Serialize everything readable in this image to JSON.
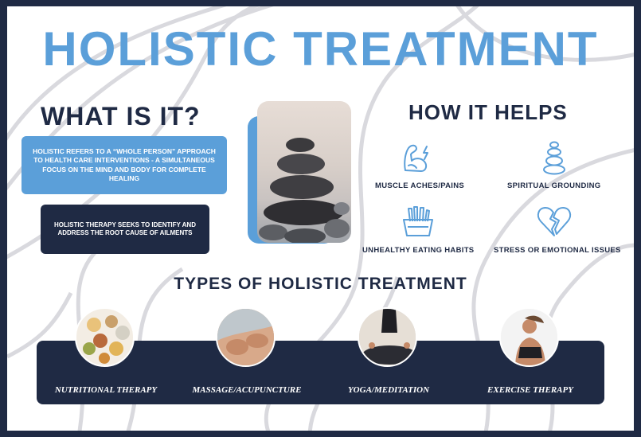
{
  "title": "HOLISTIC TREATMENT",
  "what": {
    "heading": "WHAT IS IT?",
    "box1": "HOLISTIC REFERS TO A “WHOLE PERSON” APPROACH TO HEALTH CARE INTERVENTIONS - A SIMULTANEOUS FOCUS ON THE MIND AND BODY FOR COMPLETE HEALING",
    "box2": "HOLISTIC THERAPY SEEKS TO IDENTIFY AND ADDRESS THE ROOT CAUSE OF AILMENTS"
  },
  "how": {
    "heading": "HOW IT HELPS",
    "items": [
      {
        "label": "MUSCLE ACHES/PAINS",
        "icon": "flexed-arm-icon"
      },
      {
        "label": "SPIRITUAL GROUNDING",
        "icon": "stacked-stones-icon"
      },
      {
        "label": "UNHEALTHY EATING HABITS",
        "icon": "fries-icon"
      },
      {
        "label": "STRESS OR EMOTIONAL ISSUES",
        "icon": "broken-heart-icon"
      }
    ]
  },
  "types": {
    "heading": "TYPES OF HOLISTIC TREATMENT",
    "items": [
      {
        "label": "NUTRITIONAL THERAPY"
      },
      {
        "label": "MASSAGE/ACUPUNCTURE"
      },
      {
        "label": "YOGA/MEDITATION"
      },
      {
        "label": "EXERCISE THERAPY"
      }
    ]
  },
  "colors": {
    "accent": "#5b9fd9",
    "navy": "#1f2a44",
    "background": "#ffffff"
  }
}
